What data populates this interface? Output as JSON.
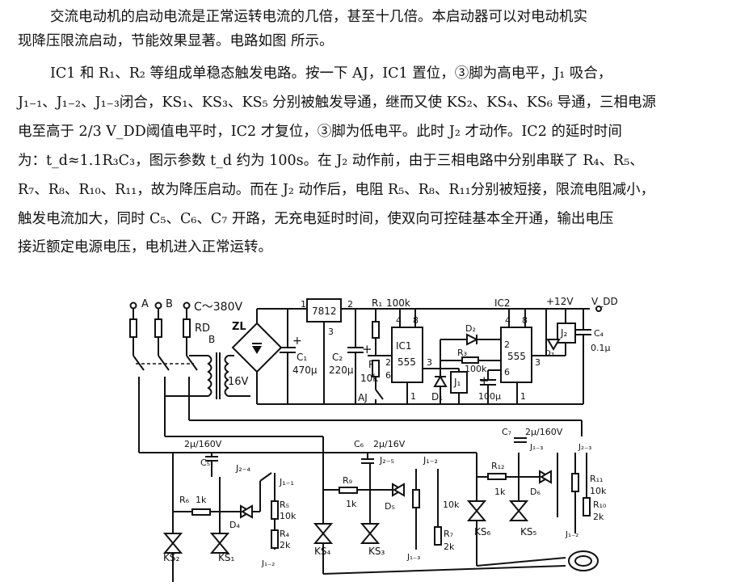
{
  "paragraph": [
    "交流电动机的启动电流是正常运转电流的几倍，甚至十几倍。本启动器可以对电动机实",
    "现降压限流启动，节能效果显著。电路如图          所示。",
    "IC1 和 R₁、R₂ 等组成单稳态触发电路。按一下 AJ，IC1 置位，③脚为高电平，J₁ 吸合，",
    "J₁₋₁、J₁₋₂、J₁₋₃闭合，KS₁、KS₃、KS₅ 分别被触发导通，继而又使 KS₂、KS₄、KS₆ 导通，三相电源",
    "电至高于 2/3 V_DD阈值电平时，IC2 才复位，③脚为低电平。此时 J₂ 才动作。IC2 的延时时间",
    "为：t_d≈1.1R₃C₃，图示参数 t_d 约为 100s。在 J₂ 动作前，由于三相电路中分别串联了 R₄、R₅、",
    "R₇、R₈、R₁₀、R₁₁，故为降压启动。而在 J₂ 动作后，电阻 R₅、R₈、R₁₁分别被短接，限流电阻减小，",
    "触发电流加大，同时 C₅、C₆、C₇ 开路，无充电延时时间，使双向可控硅基本全开通，输出电压",
    "接近额定电源电压，电机进入正常运转。"
  ],
  "schematic": {
    "phases": [
      "A",
      "B",
      "C～380V"
    ],
    "fuse_label": "RD",
    "transformer": "B",
    "bridge": "ZL",
    "transformer_voltage": "16V",
    "regulator": "7812",
    "reg_pins": [
      "1",
      "2",
      "3"
    ],
    "c1": "C₁",
    "c1_val": "470μ",
    "r1": "R₁",
    "r1_val": "100k",
    "c2": "C₂",
    "c2_val": "220μ",
    "r2": "R₂",
    "r2_val": "10k",
    "aj": "AJ",
    "ic1_top": "IC1",
    "ic1_model": "555",
    "ic1_pins": [
      "4",
      "8",
      "2",
      "6",
      "3",
      "1"
    ],
    "d1": "D₁",
    "j1": "J₁",
    "d2": "D₂",
    "r3": "R₃",
    "r3_val": "100k",
    "c3_val": "100μ",
    "ic2": "IC2",
    "ic2_model": "555",
    "ic2_pins": [
      "4",
      "8",
      "2",
      "6",
      "3",
      "1"
    ],
    "vcc": "+12V",
    "vdd": "V_DD",
    "j2": "J₂",
    "d3": "D₃",
    "c4": "C₄",
    "c4_val": "0.1μ",
    "c5": "C₅",
    "c5_val": "2μ/160V",
    "c6": "C₆",
    "c6_val": "2μ/16V",
    "c7": "C₇",
    "c7_val": "2μ/160V",
    "sw": [
      "J₂₋₄",
      "J₁₋₁",
      "J₂₋₅",
      "J₁₋₂",
      "J₁₋₃",
      "J₂₋₃",
      "J₁₋₂",
      "J₁₋₃"
    ],
    "r6": "R₆",
    "r6_val": "1k",
    "r5": "R₅",
    "r5_val": "10k",
    "r4": "R₄",
    "r4_val": "2k",
    "d4": "D₄",
    "ks2": "KS₂",
    "ks1": "KS₁",
    "r9": "R₉",
    "r9_val": "1k",
    "d5": "D₅",
    "ks4": "KS₄",
    "ks3": "KS₃",
    "r8_val": "10k",
    "r7": "R₇",
    "r7_val": "2k",
    "r12": "R₁₂",
    "r12_val": "1k",
    "d6": "D₆",
    "ks6": "KS₆",
    "ks5": "KS₅",
    "r11": "R₁₁",
    "r11_val": "10k",
    "r10": "R₁₀",
    "r10_val": "2k"
  }
}
